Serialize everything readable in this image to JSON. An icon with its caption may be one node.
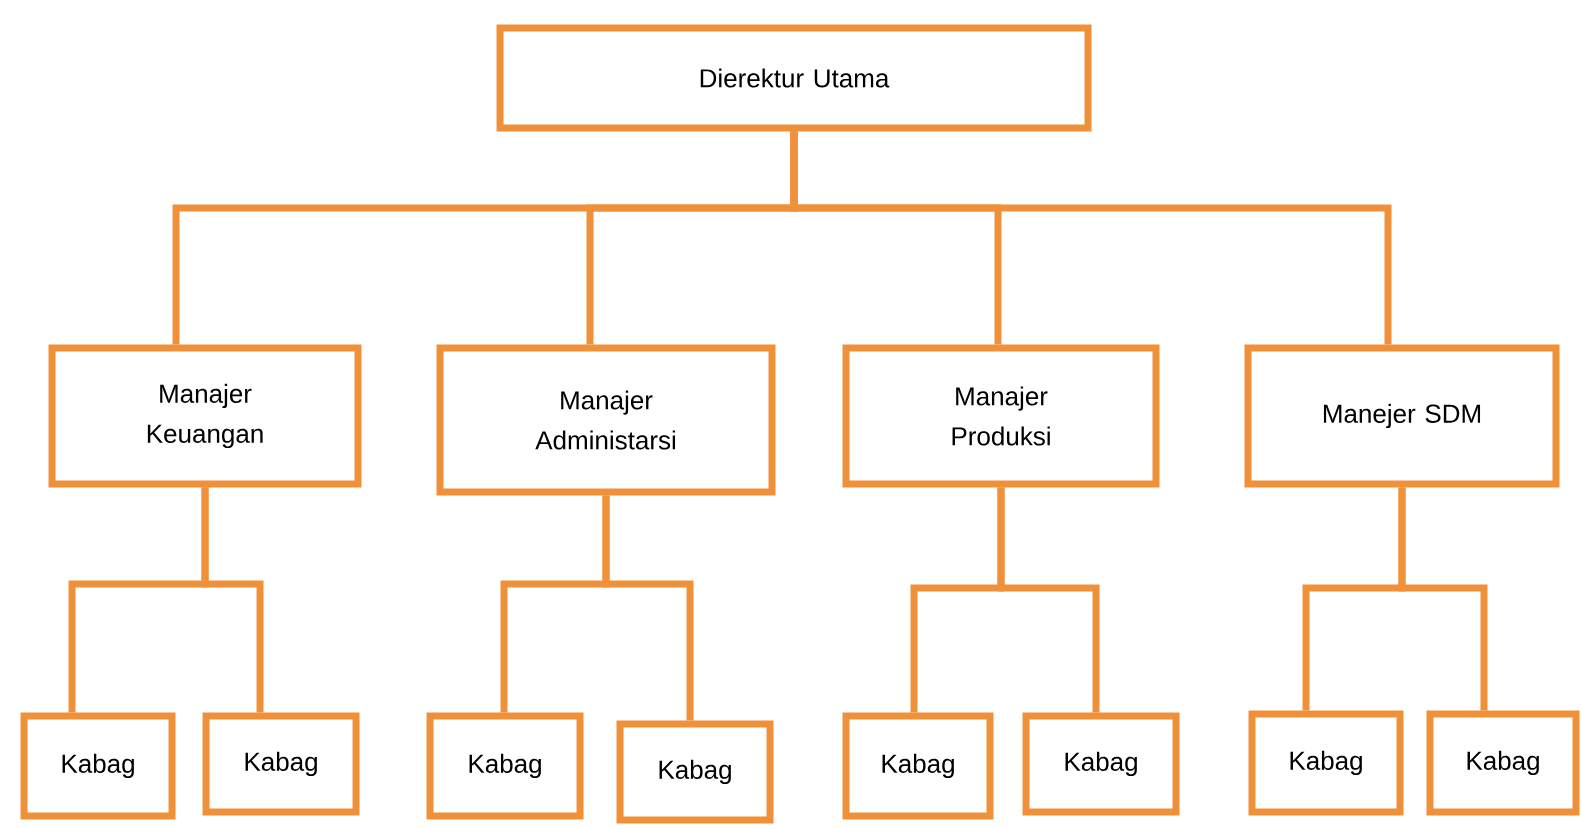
{
  "diagram": {
    "nodes": [
      {
        "text": [
          "Dierektur Utama"
        ]
      },
      {
        "text": [
          "Manajer Keuangan"
        ]
      },
      {
        "text": [
          "Manajer Administarsi"
        ]
      },
      {
        "text": [
          "Manajer Produksi"
        ]
      },
      {
        "text": [
          "Manejer SDM"
        ]
      },
      {
        "text": [
          "Kabag"
        ]
      },
      {
        "text": [
          "Kabag"
        ]
      },
      {
        "text": [
          "Kabag"
        ]
      },
      {
        "text": [
          "Kabag"
        ]
      },
      {
        "text": [
          "Kabag"
        ]
      },
      {
        "text": [
          "Kabag"
        ]
      },
      {
        "text": [
          "Kabag"
        ]
      },
      {
        "text": [
          "Kabag"
        ]
      }
    ],
    "edges": [
      {
        "from": 0,
        "to": 1,
        "arrow": "none"
      },
      {
        "from": 0,
        "to": 2,
        "arrow": "none"
      },
      {
        "from": 0,
        "to": 3,
        "arrow": "none"
      },
      {
        "from": 0,
        "to": 4,
        "arrow": "none"
      },
      {
        "from": 1,
        "to": 5,
        "arrow": "none"
      },
      {
        "from": 1,
        "to": 6,
        "arrow": "none"
      },
      {
        "from": 2,
        "to": 7,
        "arrow": "none"
      },
      {
        "from": 2,
        "to": 8,
        "arrow": "none"
      },
      {
        "from": 3,
        "to": 9,
        "arrow": "none"
      },
      {
        "from": 3,
        "to": 10,
        "arrow": "none"
      },
      {
        "from": 4,
        "to": 11,
        "arrow": "none"
      },
      {
        "from": 4,
        "to": 12,
        "arrow": "none"
      }
    ]
  }
}
